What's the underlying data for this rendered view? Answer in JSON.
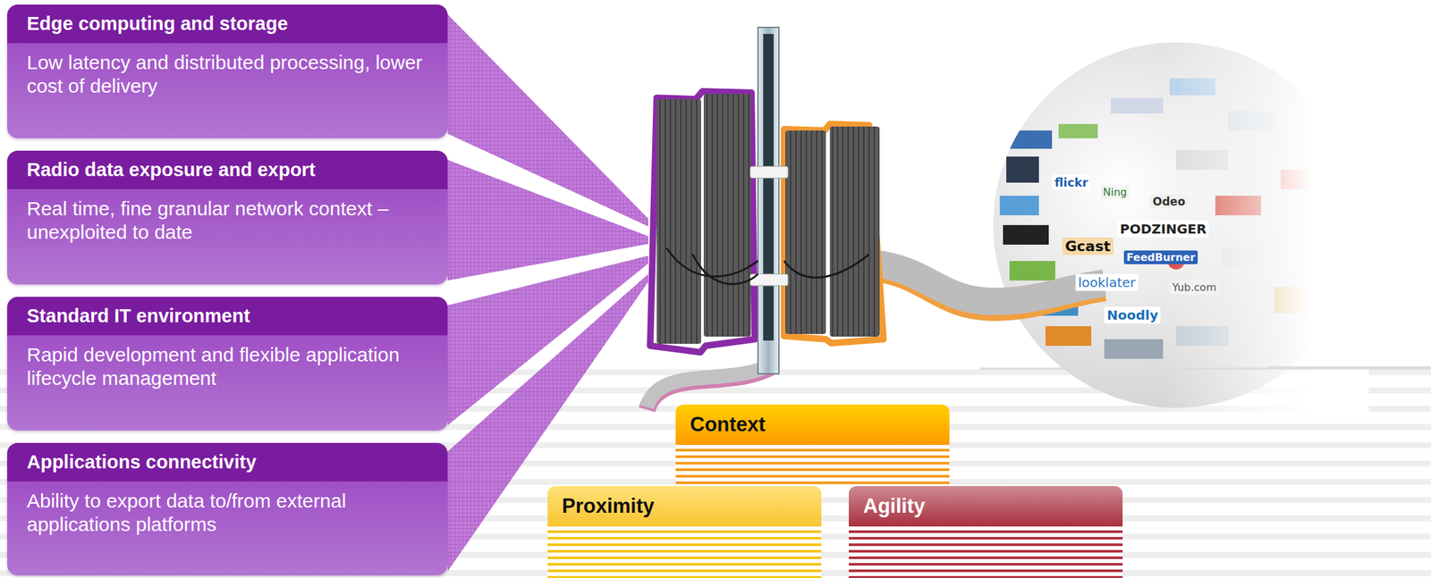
{
  "diagram": {
    "nodes": [
      {
        "text": [
          "Edge computing and storage",
          "Low latency and distributed processing, lower cost of delivery"
        ]
      },
      {
        "text": [
          "Radio data exposure and export",
          "Real time, fine granular network context – unexploited to date"
        ]
      },
      {
        "text": [
          "Standard IT environment",
          "Rapid development and flexible application lifecycle management"
        ]
      },
      {
        "text": [
          "Applications connectivity",
          "Ability to export data to/from external applications platforms"
        ]
      },
      {
        "text": [
          "Context"
        ]
      },
      {
        "text": [
          "Proximity"
        ]
      },
      {
        "text": [
          "Agility"
        ]
      }
    ],
    "labels": [
      "flickr",
      "Ning",
      "Odeo",
      "PODZINGER",
      "Gcast",
      "FeedBurner",
      "looklater",
      "Yub.com",
      "Noodly"
    ]
  }
}
